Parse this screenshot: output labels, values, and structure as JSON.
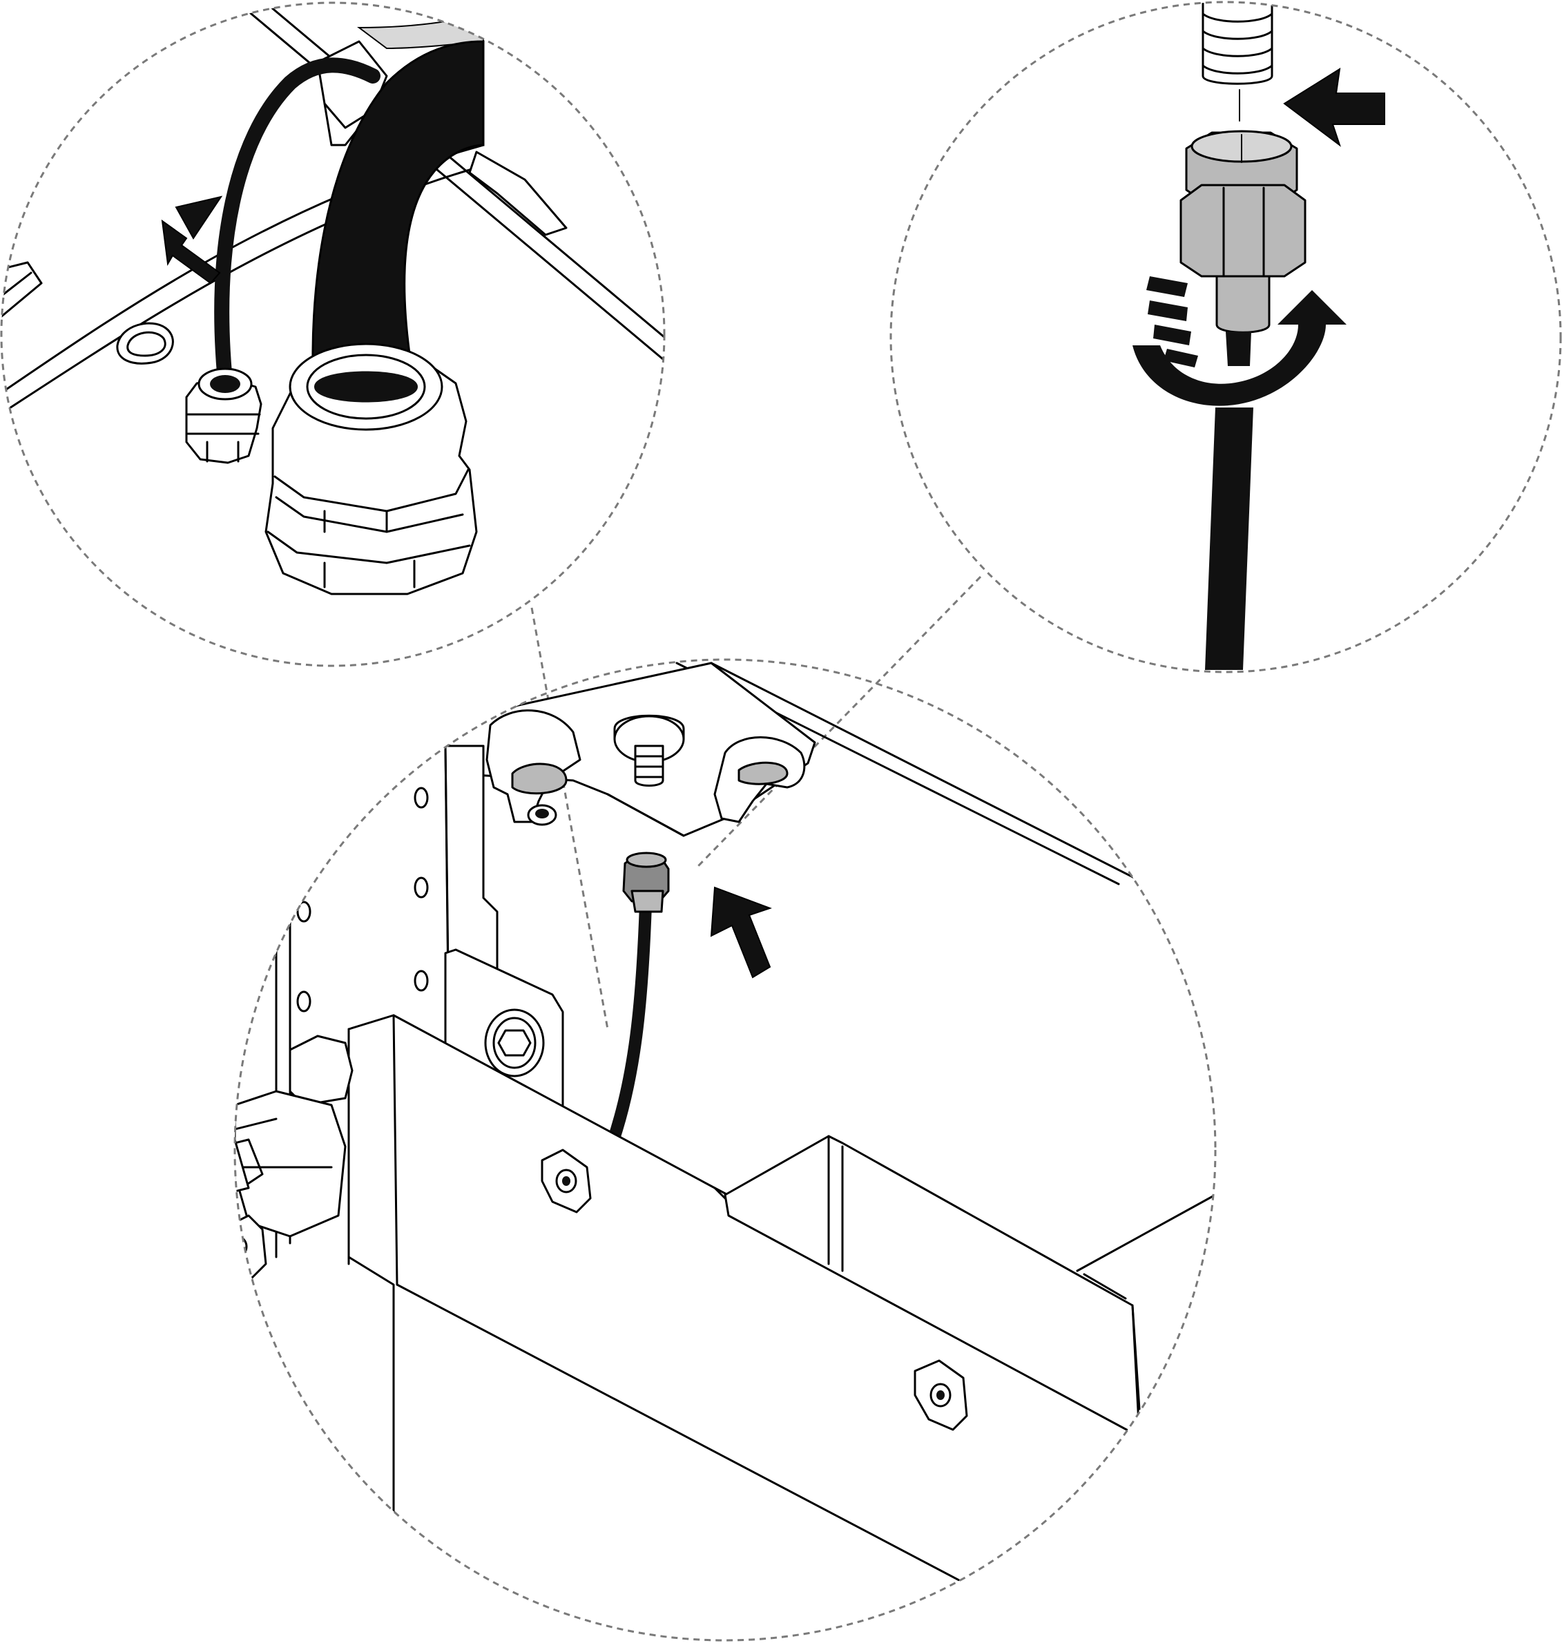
{
  "colors": {
    "line": "#000000",
    "cable": "#111111",
    "metal_gray": "#b9b9b9",
    "callout_border": "#7a7a7a",
    "background": "#ffffff"
  },
  "icons": {
    "push_arrow": "push-arrow-icon",
    "rotate_arrow": "rotate-clockwise-icon"
  },
  "panels": {
    "detail_gland": "cable-gland-detail",
    "detail_connector": "coax-connector-detail",
    "overview": "enclosure-overview"
  }
}
